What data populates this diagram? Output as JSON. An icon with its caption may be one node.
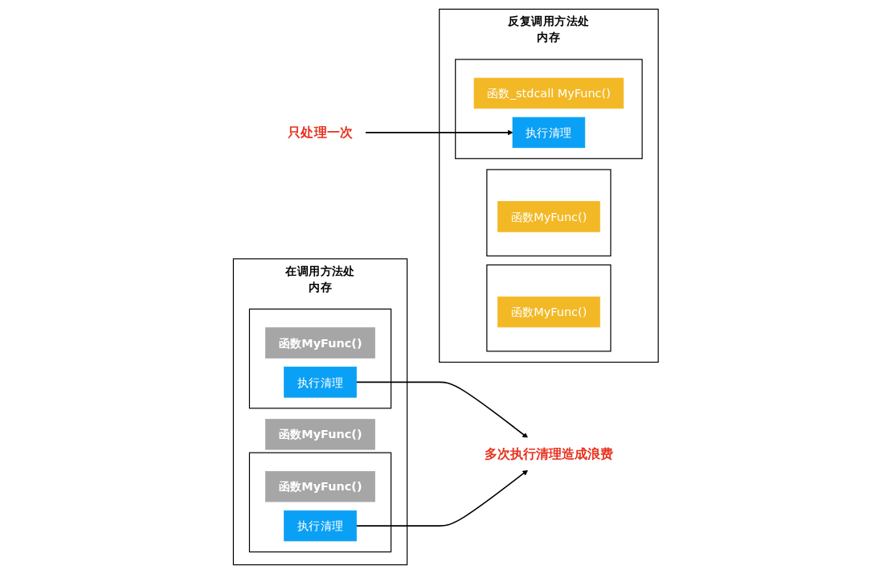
{
  "diagram": {
    "nodes": [
      {
        "text": [
          "在调用方法处",
          "内存"
        ]
      },
      {
        "text": [],
        "shape": "box",
        "in": 0
      },
      {
        "text": [
          "函数MyFunc()"
        ],
        "in": 1
      },
      {
        "text": [
          "执行清理"
        ],
        "in": 1
      },
      {
        "text": [],
        "shape": "box",
        "in": 0
      },
      {
        "text": [
          "函数MyFunc()"
        ],
        "in": 4
      },
      {
        "text": [
          "执行清理"
        ],
        "in": 4
      },
      {
        "text": [
          "函数MyFunc()"
        ],
        "in": 0
      },
      {
        "text": [
          "多次执行清理造成浪费"
        ]
      },
      {
        "text": [
          "反复调用方法处",
          "内存"
        ]
      },
      {
        "text": [],
        "shape": "box",
        "in": 9
      },
      {
        "text": [
          "函数MyFunc()"
        ],
        "in": 10
      },
      {
        "text": [],
        "shape": "box",
        "in": 9
      },
      {
        "text": [
          "函数MyFunc()"
        ],
        "in": 12
      },
      {
        "text": [],
        "shape": "box",
        "in": 9
      },
      {
        "text": [
          "函数_stdcall MyFunc()"
        ],
        "in": 14
      },
      {
        "text": [
          "执行清理"
        ],
        "in": 14
      },
      {
        "text": [
          "只处理一次"
        ]
      }
    ],
    "edges": [
      {
        "from": 3,
        "to": 8,
        "arrow": "to"
      },
      {
        "from": 6,
        "to": 8,
        "arrow": "to"
      },
      {
        "from": 17,
        "to": 16,
        "arrow": "to"
      }
    ]
  }
}
